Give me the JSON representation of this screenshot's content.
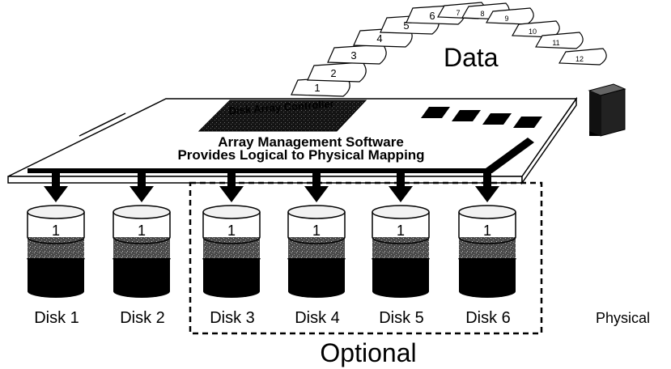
{
  "data_label": "Data",
  "controller_label": "Disk Array Controller",
  "software_line1": "Array Management Software",
  "software_line2": "Provides Logical to Physical Mapping",
  "data_pages": [
    "1",
    "2",
    "3",
    "4",
    "5",
    "6",
    "7",
    "8",
    "9",
    "10",
    "11",
    "12"
  ],
  "disks": [
    {
      "label": "Disk 1",
      "block": "1"
    },
    {
      "label": "Disk 2",
      "block": "1"
    },
    {
      "label": "Disk 3",
      "block": "1"
    },
    {
      "label": "Disk 4",
      "block": "1"
    },
    {
      "label": "Disk 5",
      "block": "1"
    },
    {
      "label": "Disk 6",
      "block": "1"
    }
  ],
  "optional_label": "Optional",
  "physical_label": "Physical"
}
